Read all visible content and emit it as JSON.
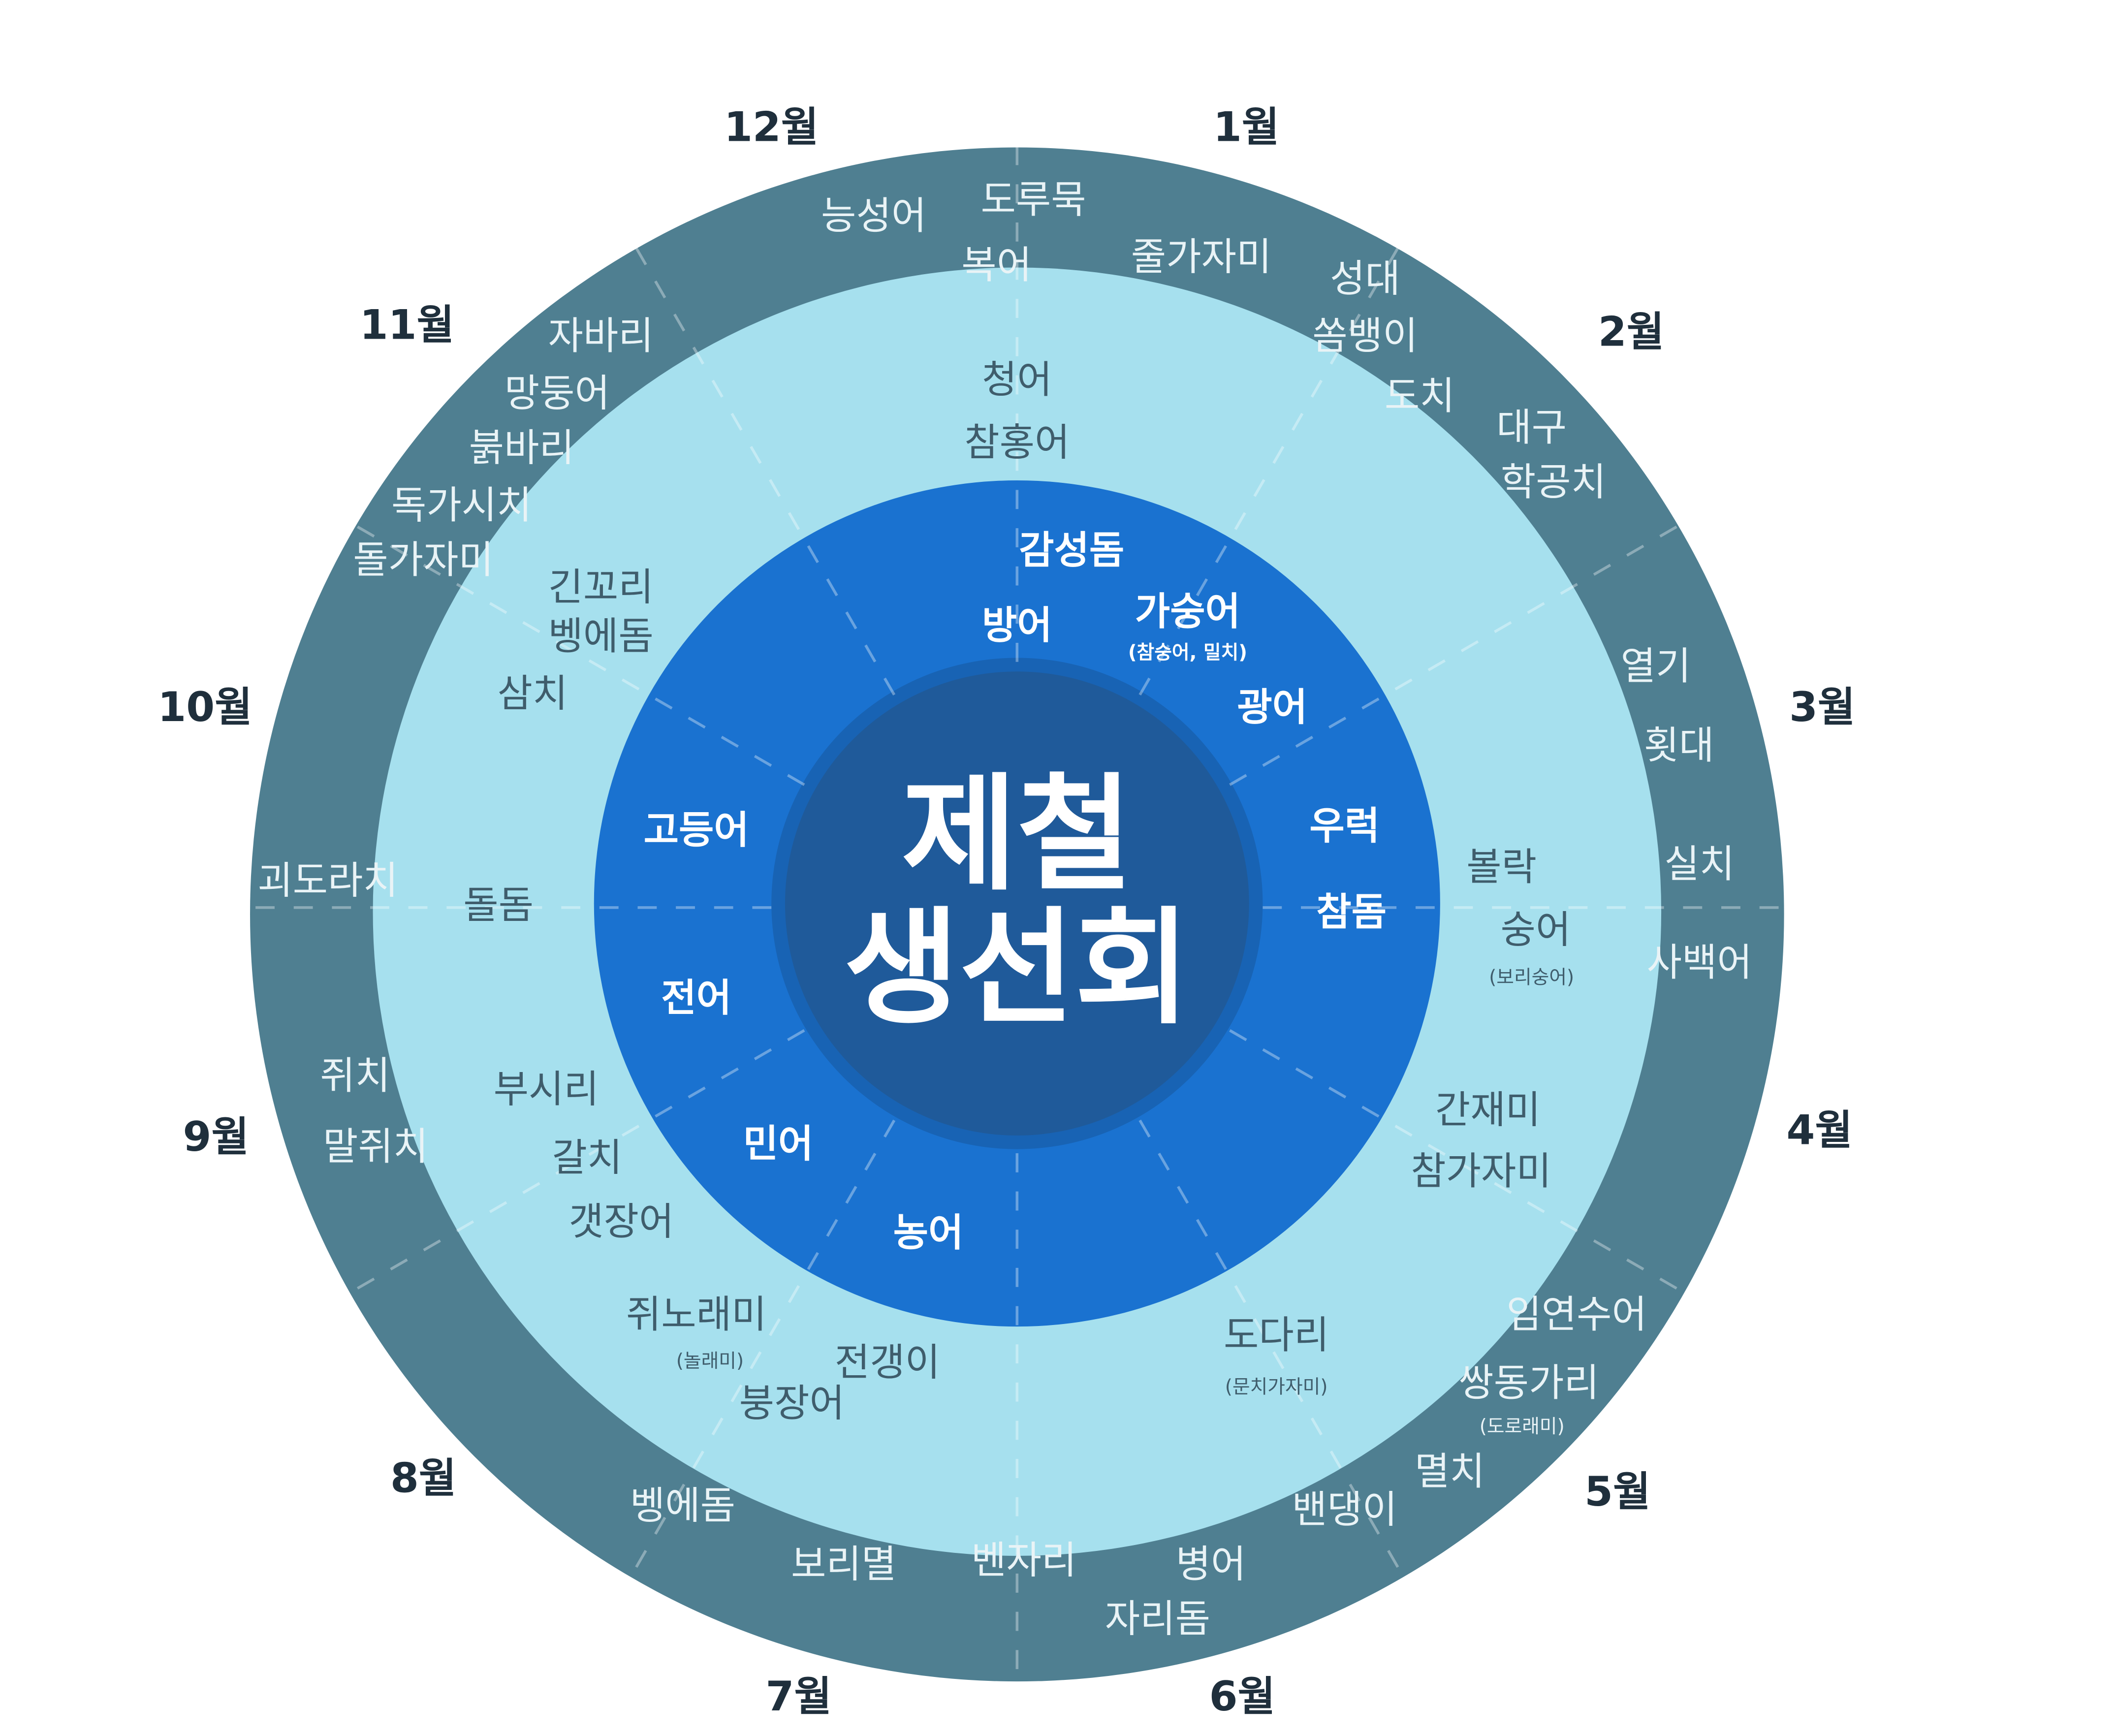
{
  "title": {
    "line1": "제철",
    "line2": "생선회"
  },
  "colors": {
    "outer_ring": "#4f7f91",
    "middle_ring": "#a6e0ee",
    "inner_ring": "#1a72d0",
    "center": "#1f5a9a"
  },
  "months": [
    "12월",
    "1월",
    "2월",
    "3월",
    "4월",
    "5월",
    "6월",
    "7월",
    "8월",
    "9월",
    "10월",
    "11월"
  ],
  "outer_ring": {
    "fish": [
      "능성어",
      "도루묵",
      "복어",
      "줄가자미",
      "성대",
      "쏨뱅이",
      "도치",
      "대구",
      "학공치",
      "자바리",
      "망둥어",
      "붉바리",
      "독가시치",
      "돌가자미",
      "열기",
      "횟대",
      "실치",
      "사백어",
      "괴도라치",
      "쥐치",
      "말쥐치",
      "임연수어",
      "쌍동가리",
      "멸치",
      "밴댕이",
      "병어",
      "자리돔",
      "벤자리",
      "보리멸",
      "벵에돔"
    ],
    "notes": {
      "ssangdonggari": "(도로래미)"
    }
  },
  "middle_ring": {
    "fish": [
      "청어",
      "참홍어",
      "긴꼬리",
      "벵에돔",
      "삼치",
      "볼락",
      "숭어",
      "돌돔",
      "부시리",
      "갈치",
      "갯장어",
      "간재미",
      "참가자미",
      "쥐노래미",
      "전갱이",
      "붕장어",
      "도다리"
    ],
    "notes": {
      "sungeo": "(보리숭어)",
      "jwinoraemi": "(놀래미)",
      "dodari": "(문치가자미)"
    }
  },
  "inner_ring": {
    "fish": [
      "감성돔",
      "방어",
      "가숭어",
      "광어",
      "우럭",
      "참돔",
      "고등어",
      "전어",
      "민어",
      "농어"
    ],
    "notes": {
      "gasungeo": "(참숭어, 밀치)"
    }
  }
}
